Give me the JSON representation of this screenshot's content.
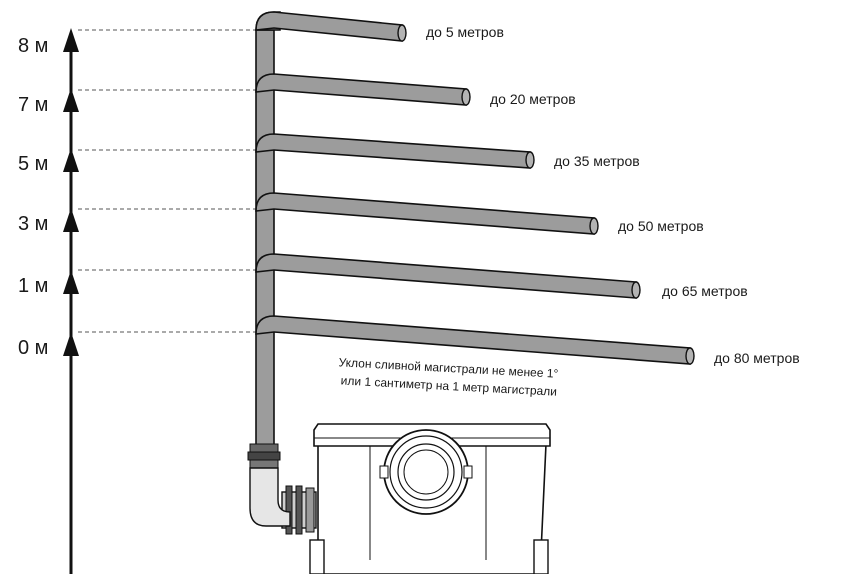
{
  "height_axis": {
    "levels": [
      {
        "label": "8 м"
      },
      {
        "label": "7 м"
      },
      {
        "label": "5 м"
      },
      {
        "label": "3 м"
      },
      {
        "label": "1 м"
      },
      {
        "label": "0 м"
      }
    ]
  },
  "pipes": [
    {
      "length_label": "до 5 метров"
    },
    {
      "length_label": "до 20 метров"
    },
    {
      "length_label": "до 35 метров"
    },
    {
      "length_label": "до 50 метров"
    },
    {
      "length_label": "до 65 метров"
    },
    {
      "length_label": "до 80 метров"
    }
  ],
  "note": {
    "line1": "Уклон сливной магистрали не менее 1°",
    "line2": "или 1 сантиметр на 1 метр магистрали"
  }
}
